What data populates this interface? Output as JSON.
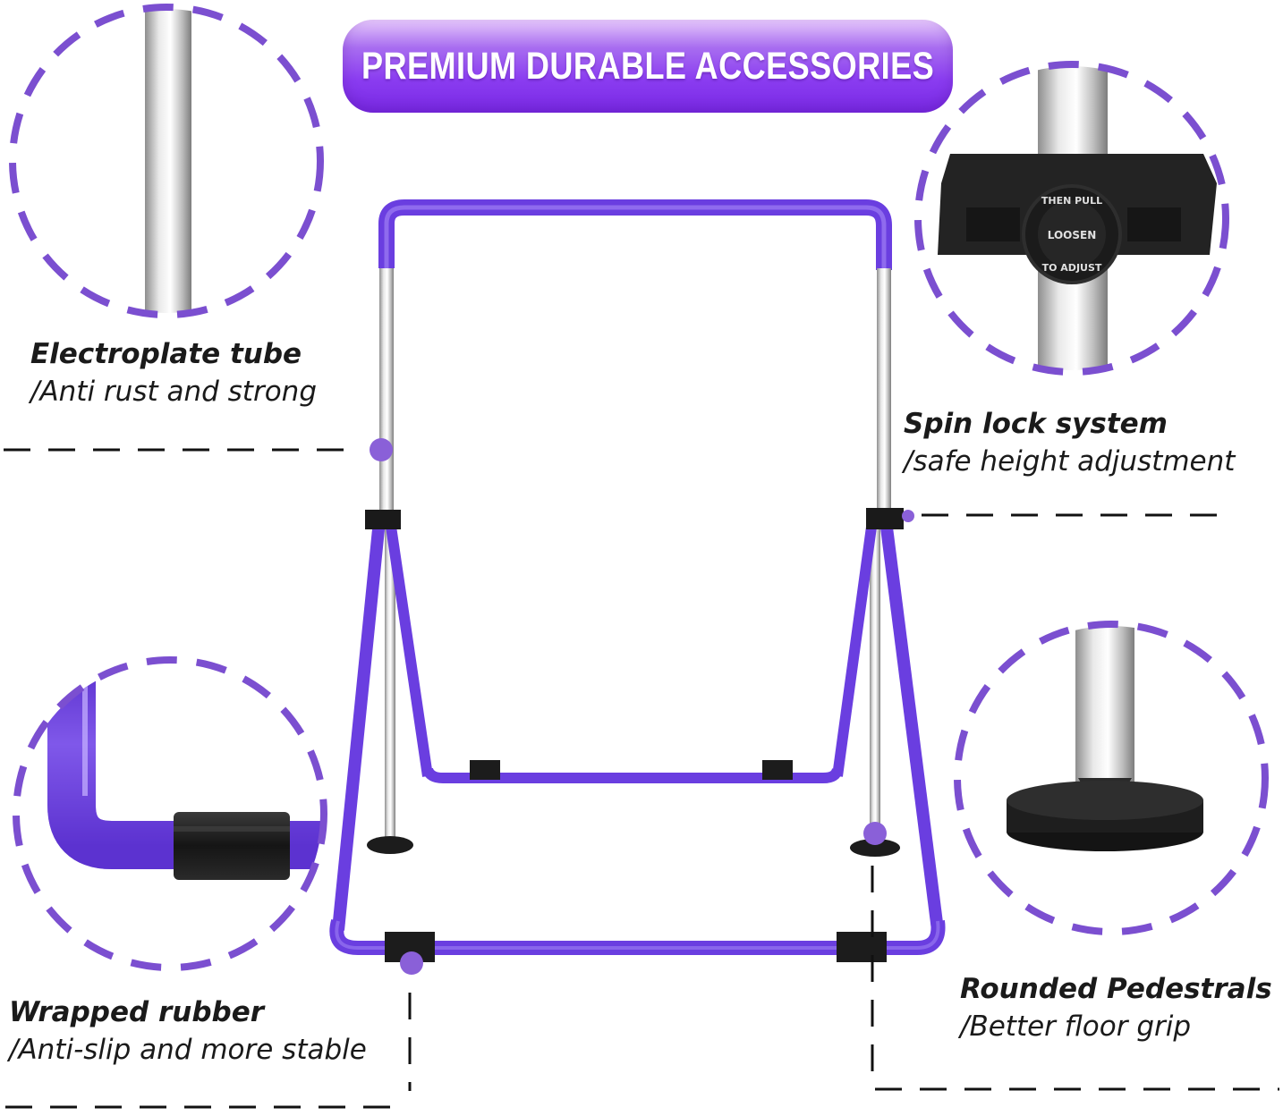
{
  "banner": {
    "title": "PREMIUM DURABLE ACCESSORIES"
  },
  "callouts": {
    "electroplate": {
      "title": "Electroplate tube",
      "subtitle": "/Anti rust and strong"
    },
    "spin_lock": {
      "title": "Spin lock system",
      "subtitle": "/safe height adjustment"
    },
    "rubber": {
      "title": "Wrapped rubber",
      "subtitle": "/Anti-slip and more stable"
    },
    "pedestal": {
      "title": "Rounded Pedestrals",
      "subtitle": "/Better floor grip"
    }
  },
  "knob": {
    "top_text": "THEN PULL",
    "middle_text": "LOOSEN",
    "bottom_text": "TO ADJUST"
  },
  "colors": {
    "accent_purple": "#7b4fd0",
    "frame_purple": "#6a3ee0",
    "chrome": "#c8c8c8",
    "rubber": "#1e1e1e"
  }
}
